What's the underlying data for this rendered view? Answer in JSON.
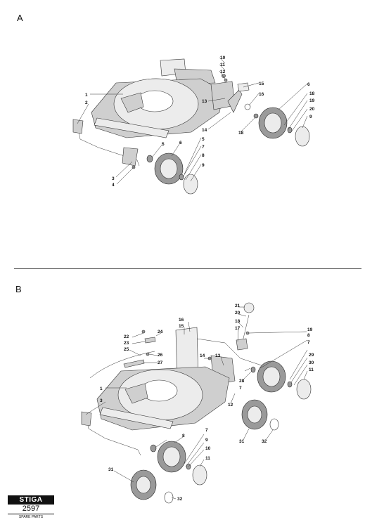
{
  "sections": [
    {
      "letter": "A"
    },
    {
      "letter": "B"
    }
  ],
  "diagram_a": {
    "callouts": [
      "1",
      "2",
      "3",
      "4",
      "5",
      "5",
      "6",
      "6",
      "7",
      "8",
      "9",
      "9",
      "10",
      "11",
      "12",
      "13",
      "14",
      "15",
      "16",
      "18",
      "18",
      "19",
      "20"
    ]
  },
  "diagram_b": {
    "callouts": [
      "1",
      "3",
      "7",
      "7",
      "7",
      "8",
      "8",
      "9",
      "10",
      "11",
      "11",
      "12",
      "13",
      "14",
      "15",
      "16",
      "17",
      "18",
      "19",
      "20",
      "21",
      "22",
      "23",
      "24",
      "25",
      "26",
      "27",
      "28",
      "29",
      "30",
      "31",
      "31",
      "32",
      "32"
    ]
  },
  "logo": {
    "brand": "STIGA",
    "number": "2597",
    "subtitle": "SPARE PARTS"
  }
}
